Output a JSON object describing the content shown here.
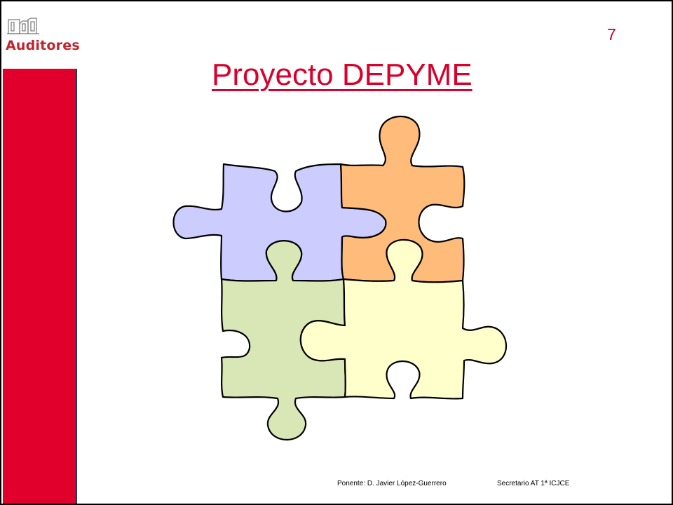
{
  "header": {
    "logo_text": "Auditores",
    "page_number": "7"
  },
  "title": "Proyecto DEPYME",
  "illustration": {
    "icon": "puzzle-pieces",
    "pieces": [
      "lavender-piece",
      "orange-piece",
      "green-piece",
      "yellow-piece"
    ],
    "colors": {
      "lavender": "#ccccff",
      "orange": "#ffbb7a",
      "green": "#d9e7b6",
      "yellow": "#ffffcc"
    }
  },
  "footer": {
    "speaker": "Ponente: D. Javier López-Guerrero",
    "role": "Secretario AT 1ª ICJCE"
  },
  "colors": {
    "accent_red": "#e0002b",
    "sidebar_border": "#1f3a63"
  }
}
